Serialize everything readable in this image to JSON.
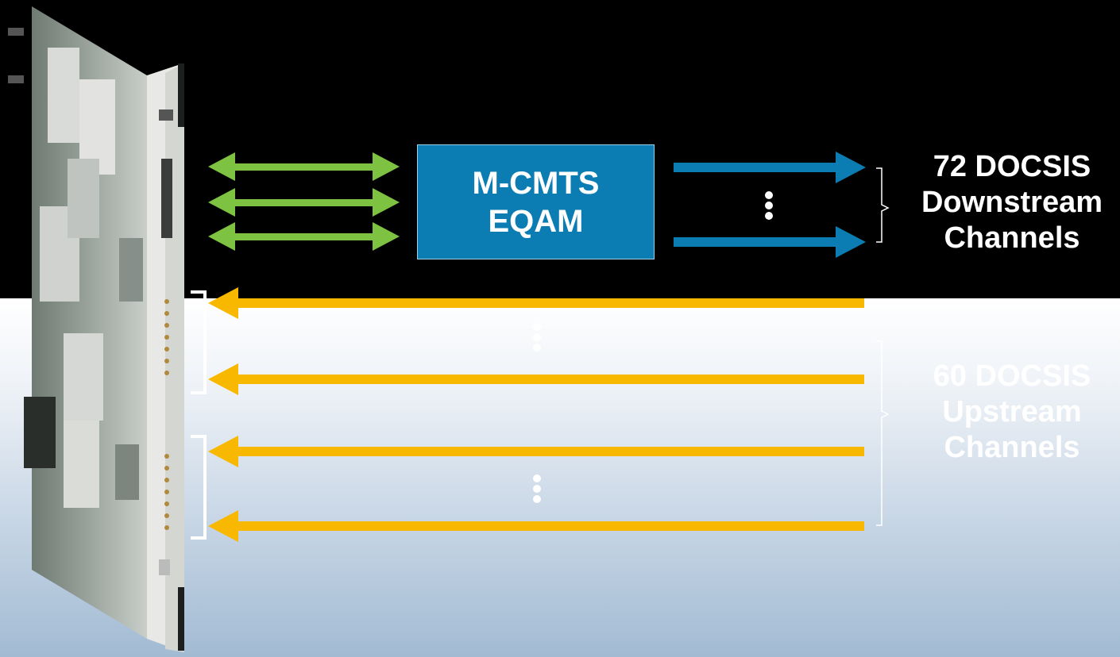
{
  "box": {
    "line1": "M-CMTS",
    "line2": "EQAM"
  },
  "downstream": {
    "line1": "72 DOCSIS",
    "line2": "Downstream",
    "line3": "Channels"
  },
  "upstream": {
    "line1": "60 DOCSIS",
    "line2": "Upstream",
    "line3": "Channels"
  },
  "colors": {
    "green_arrow": "#7dc241",
    "blue_arrow": "#0b7db3",
    "yellow_arrow": "#f9b800",
    "box_fill": "#0b7db3"
  },
  "icons": [
    "line-card-hardware-image",
    "ellipsis-vertical-icon"
  ]
}
